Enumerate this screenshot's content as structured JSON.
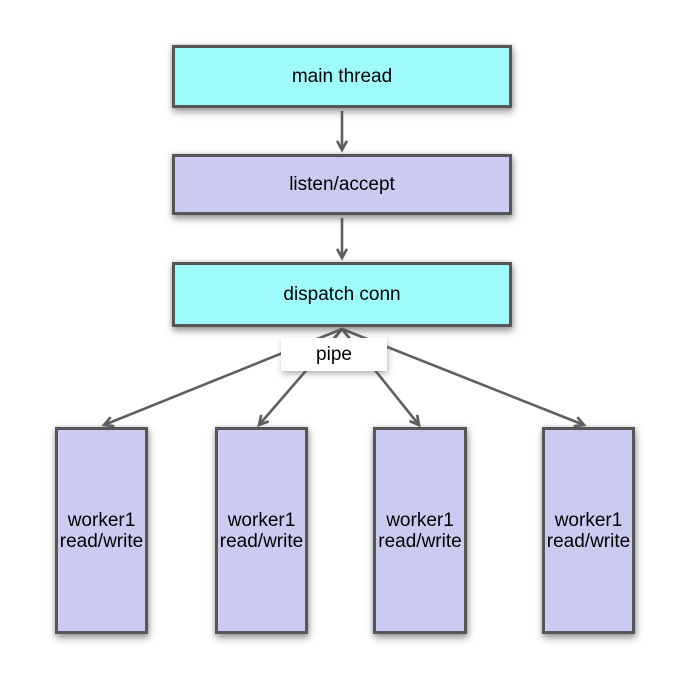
{
  "diagram": {
    "nodes": {
      "main_thread": "main thread",
      "listen_accept": "listen/accept",
      "dispatch_conn": "dispatch conn",
      "pipe_label": "pipe"
    },
    "workers": [
      {
        "label": "worker1\nread/write"
      },
      {
        "label": "worker1\nread/write"
      },
      {
        "label": "worker1\nread/write"
      },
      {
        "label": "worker1\nread/write"
      }
    ],
    "edges": [
      {
        "from": "main thread",
        "to": "listen/accept",
        "style": "arrow-down"
      },
      {
        "from": "listen/accept",
        "to": "dispatch conn",
        "style": "arrow-down"
      },
      {
        "from": "dispatch conn",
        "to": "worker 1",
        "via": "pipe",
        "style": "arrow-fan"
      },
      {
        "from": "dispatch conn",
        "to": "worker 2",
        "via": "pipe",
        "style": "arrow-fan"
      },
      {
        "from": "dispatch conn",
        "to": "worker 3",
        "via": "pipe",
        "style": "arrow-fan"
      },
      {
        "from": "dispatch conn",
        "to": "worker 4",
        "via": "pipe",
        "style": "arrow-fan"
      }
    ]
  },
  "theme": {
    "background": "#ffffff",
    "node_cyan": "#9efbfb",
    "node_lavender": "#cbcbf2",
    "node_pipe_bg": "#ffffff",
    "border": "#565656",
    "arrow": "#5f5f5f",
    "text": "#000000"
  }
}
